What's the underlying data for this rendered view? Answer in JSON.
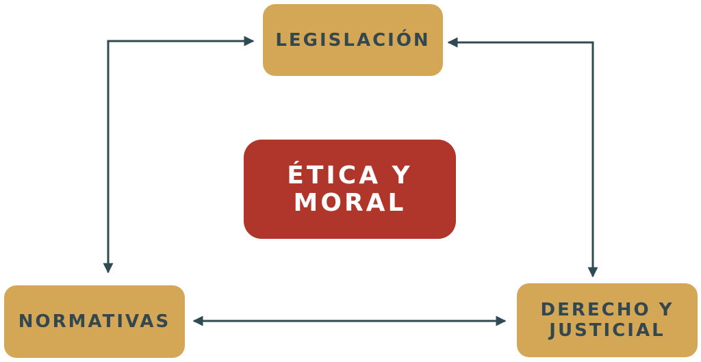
{
  "diagram": {
    "nodes": {
      "legislacion": {
        "label": "LEGISLACIÓN"
      },
      "etica": {
        "label_line1": "ÉTICA Y",
        "label_line2": "MORAL"
      },
      "normativas": {
        "label": "NORMATIVAS"
      },
      "derecho": {
        "label_line1": "DERECHO Y",
        "label_line2": "JUSTICIAL"
      }
    },
    "colors": {
      "gold_box": "#d4a757",
      "red_box": "#b0362c",
      "dark_text": "#33474f",
      "connector": "#2f4a52"
    }
  }
}
